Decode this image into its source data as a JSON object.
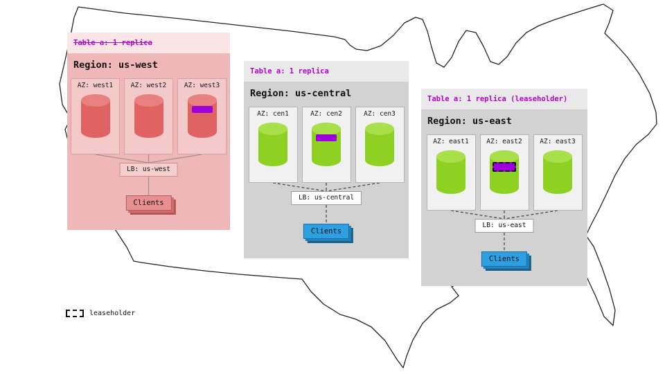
{
  "map": {
    "name": "united-states-outline"
  },
  "colors": {
    "table_label_purple": "#b303cf",
    "replica_marker_purple": "#9b00dd",
    "inactive_red": "#e16262",
    "replica_green": "#8ed122",
    "clients_blue": "#2e9fe0"
  },
  "regions": [
    {
      "id": "us-west",
      "status": "inactive",
      "table_label": "Table a: 1 replica",
      "table_label_struck": true,
      "title": "Region: us-west",
      "azs": [
        {
          "label": "AZ: west1"
        },
        {
          "label": "AZ: west2"
        },
        {
          "label": "AZ: west3",
          "marker": "replica"
        }
      ],
      "lb": "LB: us-west",
      "clients": "Clients"
    },
    {
      "id": "us-central",
      "status": "active",
      "table_label": "Table a: 1 replica",
      "table_label_struck": false,
      "title": "Region: us-central",
      "azs": [
        {
          "label": "AZ: cen1"
        },
        {
          "label": "AZ: cen2",
          "marker": "replica"
        },
        {
          "label": "AZ: cen3"
        }
      ],
      "lb": "LB: us-central",
      "clients": "Clients"
    },
    {
      "id": "us-east",
      "status": "active",
      "table_label": "Table a: 1 replica (leaseholder)",
      "table_label_struck": false,
      "title": "Region: us-east",
      "azs": [
        {
          "label": "AZ: east1"
        },
        {
          "label": "AZ: east2",
          "marker": "leaseholder"
        },
        {
          "label": "AZ: east3"
        }
      ],
      "lb": "LB: us-east",
      "clients": "Clients"
    }
  ],
  "legend": {
    "label": "leaseholder"
  }
}
